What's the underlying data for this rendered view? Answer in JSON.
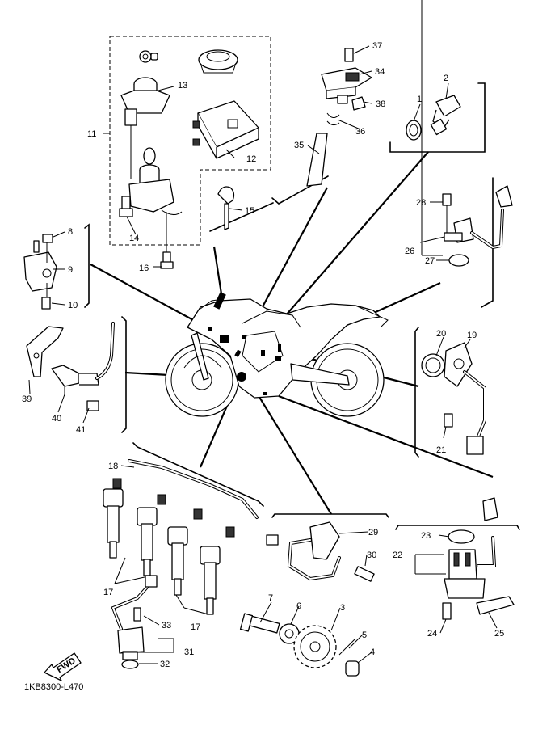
{
  "figure_code": "1KB8300-L470",
  "fwd_label": "FWD",
  "callouts": {
    "1": "1",
    "2": "2",
    "3": "3",
    "4": "4",
    "5": "5",
    "6": "6",
    "7": "7",
    "8": "8",
    "9": "9",
    "10": "10",
    "11": "11",
    "12": "12",
    "13": "13",
    "14": "14",
    "15": "15",
    "16": "16",
    "17a": "17",
    "17b": "17",
    "18": "18",
    "19": "19",
    "20": "20",
    "21": "21",
    "22": "22",
    "23": "23",
    "24": "24",
    "25": "25",
    "26": "26",
    "27": "27",
    "28": "28",
    "29": "29",
    "30": "30",
    "31": "31",
    "32": "32",
    "33": "33",
    "34": "34",
    "35": "35",
    "36": "36",
    "37": "37",
    "38": "38",
    "39": "39",
    "40": "40",
    "41": "41"
  }
}
